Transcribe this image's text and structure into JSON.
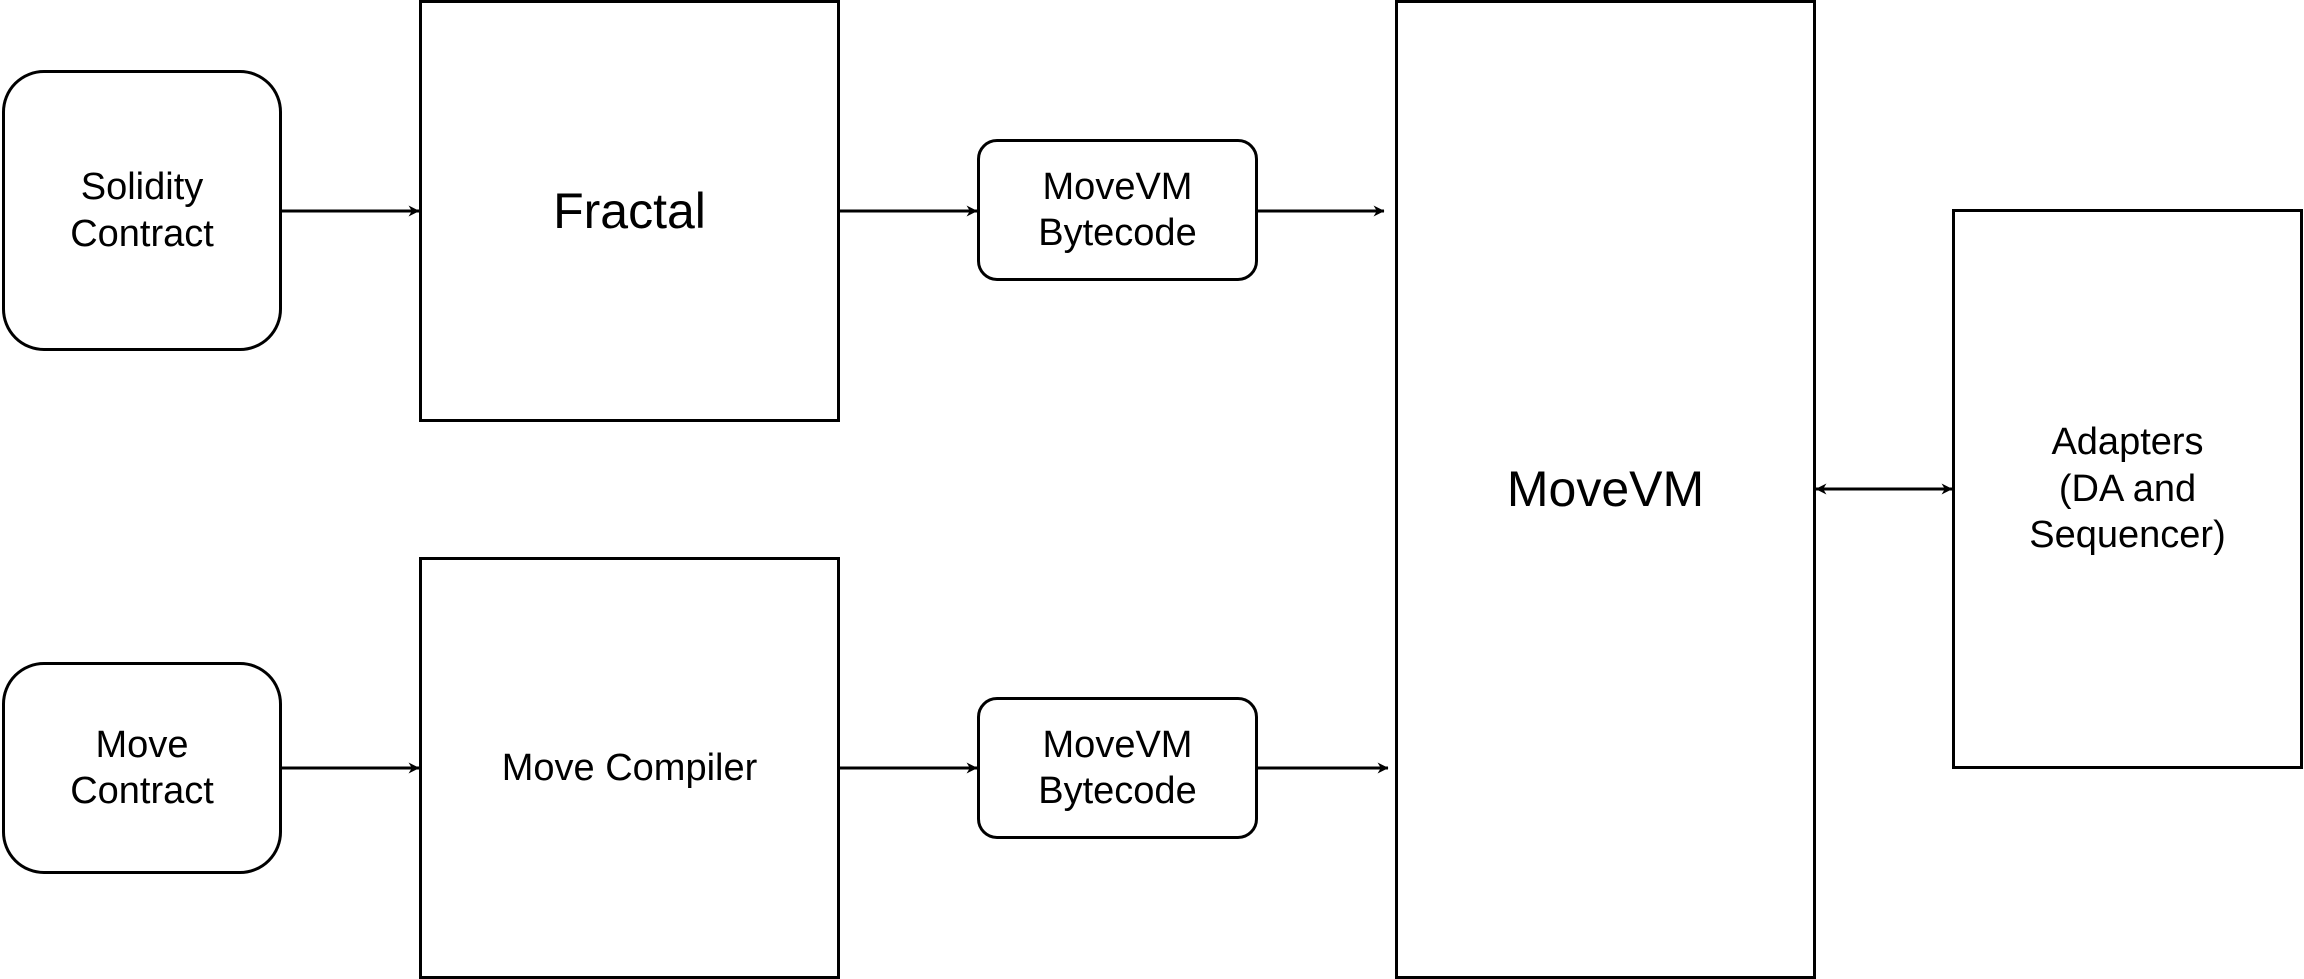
{
  "nodes": {
    "solidity_contract": "Solidity\nContract",
    "fractal": "Fractal",
    "bytecode_top": "MoveVM\nBytecode",
    "movevm": "MoveVM",
    "adapters": "Adapters\n(DA and\nSequencer)",
    "move_contract": "Move\nContract",
    "move_compiler": "Move Compiler",
    "bytecode_bottom": "MoveVM\nBytecode"
  },
  "edges": [
    {
      "from": "Solidity Contract",
      "to": "Fractal",
      "direction": "forward"
    },
    {
      "from": "Fractal",
      "to": "MoveVM Bytecode",
      "direction": "forward"
    },
    {
      "from": "MoveVM Bytecode",
      "to": "MoveVM",
      "direction": "forward"
    },
    {
      "from": "Move Contract",
      "to": "Move Compiler",
      "direction": "forward"
    },
    {
      "from": "Move Compiler",
      "to": "MoveVM Bytecode",
      "direction": "forward"
    },
    {
      "from": "MoveVM Bytecode",
      "to": "MoveVM",
      "direction": "forward"
    },
    {
      "from": "MoveVM",
      "to": "Adapters (DA and Sequencer)",
      "direction": "bidirectional"
    }
  ],
  "colors": {
    "stroke": "#000000",
    "fill": "#ffffff",
    "text": "#000000"
  }
}
